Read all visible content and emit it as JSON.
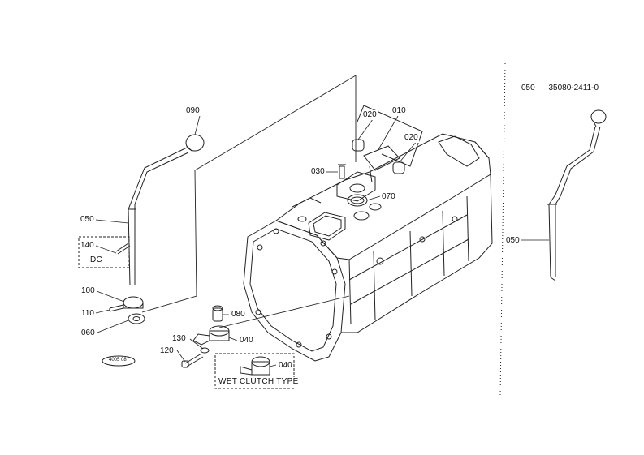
{
  "header": {
    "ref_no": "050",
    "part_number": "35080-2411-0"
  },
  "callouts": {
    "c010": "010",
    "c020a": "020",
    "c020b": "020",
    "c030": "030",
    "c040a": "040",
    "c040b": "040",
    "c050": "050",
    "c050_detail": "050",
    "c060": "060",
    "c070": "070",
    "c080": "080",
    "c090": "090",
    "c100": "100",
    "c110": "110",
    "c120": "120",
    "c130": "130",
    "c140": "140"
  },
  "boxes": {
    "dc_label": "DC",
    "wet_clutch_label": "WET CLUTCH TYPE"
  },
  "stamp_text": "4005 08"
}
